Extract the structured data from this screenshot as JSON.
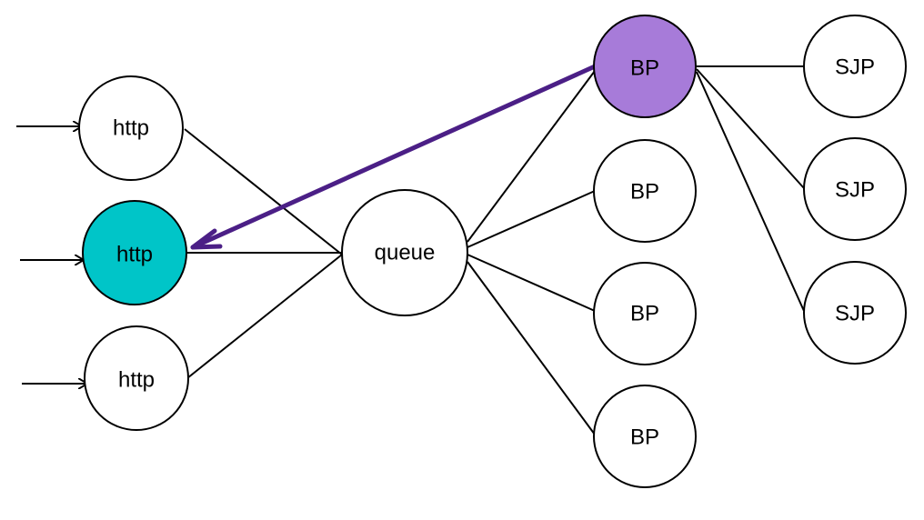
{
  "nodes": {
    "http_top": "http",
    "http_middle": "http",
    "http_bottom": "http",
    "queue": "queue",
    "bp_top": "BP",
    "bp_2": "BP",
    "bp_3": "BP",
    "bp_4": "BP",
    "sjp_top": "SJP",
    "sjp_middle": "SJP",
    "sjp_bottom": "SJP"
  },
  "highlight": {
    "http_middle_fill": "#00c5c8",
    "bp_top_fill": "#a77bd9",
    "return_arrow_color": "#4b1f86"
  }
}
